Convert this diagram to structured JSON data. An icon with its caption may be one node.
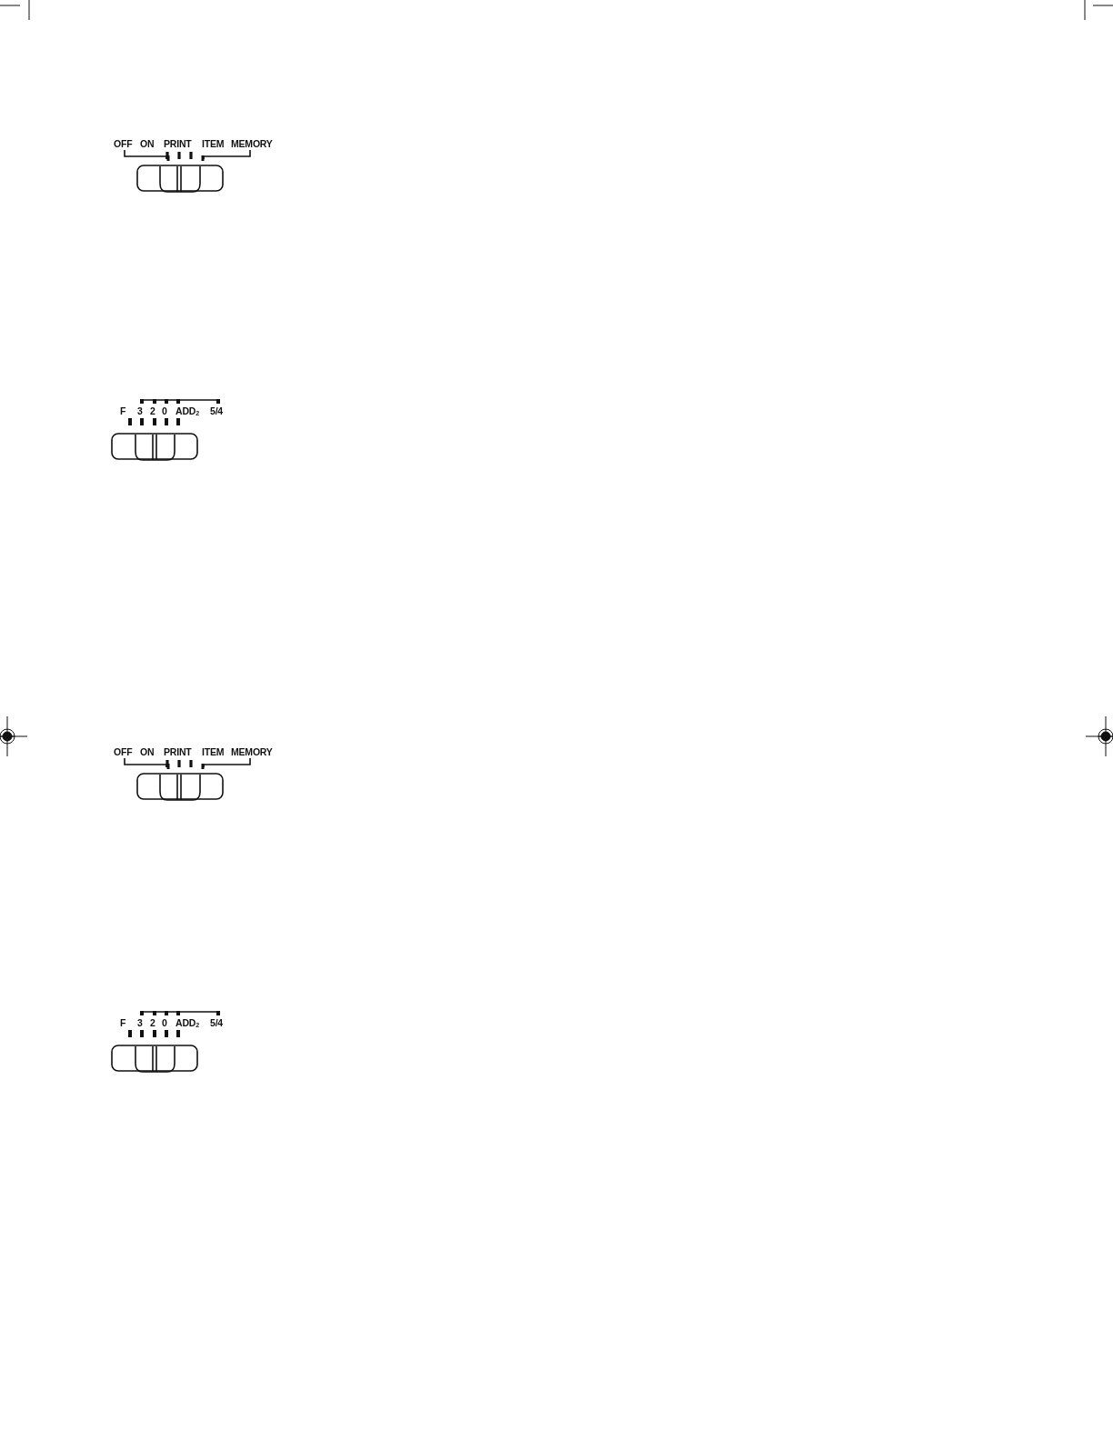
{
  "diagram": {
    "labels": [
      "OFF",
      "ON",
      "PRINT",
      "ITEM",
      "MEMORY",
      "F",
      "3",
      "2",
      "0",
      "ADD$_{2}$",
      "5/4",
      "OFF",
      "ON",
      "PRINT",
      "ITEM",
      "MEMORY",
      "F",
      "3",
      "2",
      "0",
      "ADD$_{2}$",
      "5/4"
    ]
  }
}
